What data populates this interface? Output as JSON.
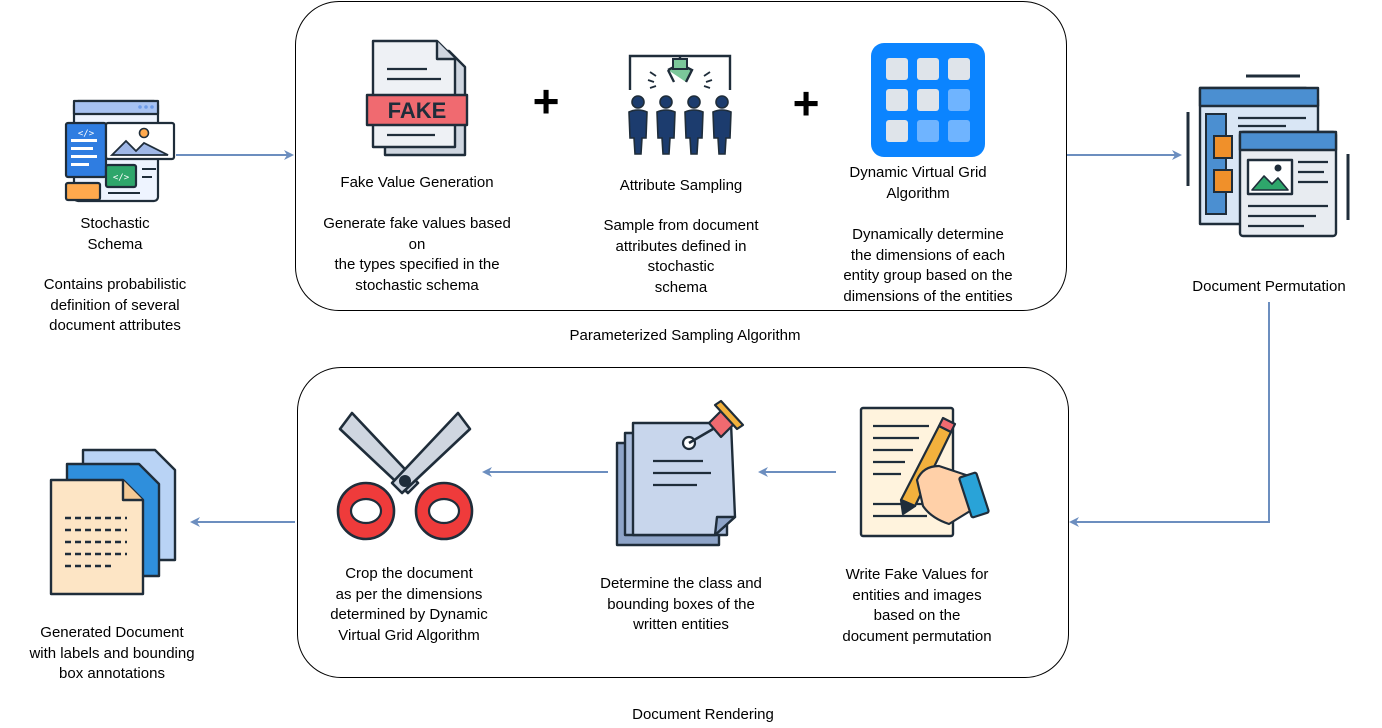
{
  "colors": {
    "arrow": "#6c8ebf",
    "outline": "#1f2d3a",
    "accent_blue": "#0b84ff",
    "fake_red": "#f06a70"
  },
  "left": {
    "schema_title": "Stochastic\nSchema",
    "schema_desc": "Contains probabilistic\ndefinition of several\ndocument attributes",
    "schema_icon": "web-layout-icon"
  },
  "sampling": {
    "caption": "Parameterized Sampling Algorithm",
    "plus": "+",
    "steps": [
      {
        "icon": "fake-document-icon",
        "title": "Fake Value Generation",
        "desc": "Generate fake values based\non\nthe types specified in the\nstochastic schema"
      },
      {
        "icon": "people-sampling-icon",
        "title": "Attribute Sampling",
        "desc": "Sample from document\nattributes defined in\nstochastic\nschema"
      },
      {
        "icon": "grid-icon",
        "title": "Dynamic Virtual Grid\nAlgorithm",
        "desc": "Dynamically determine\nthe dimensions of each\nentity group based on the\ndimensions of the entities"
      }
    ]
  },
  "permutation": {
    "label": "Document Permutation",
    "icon": "document-layout-icon"
  },
  "rendering": {
    "caption": "Document Rendering",
    "steps": [
      {
        "icon": "writing-hand-icon",
        "desc": "Write Fake Values for\nentities and images\nbased on the\ndocument permutation"
      },
      {
        "icon": "pinned-notes-icon",
        "desc": "Determine the class and\nbounding boxes of the\nwritten entities"
      },
      {
        "icon": "scissors-icon",
        "desc": "Crop the document\nas per the dimensions\ndetermined by Dynamic\nVirtual Grid Algorithm"
      }
    ]
  },
  "output": {
    "label": "Generated Document\nwith labels and bounding\nbox annotations",
    "icon": "document-stack-icon"
  }
}
